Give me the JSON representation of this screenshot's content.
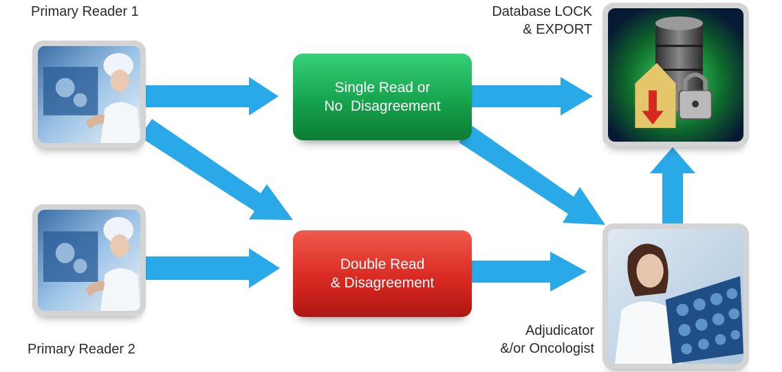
{
  "readers": {
    "reader1": "Primary Reader 1",
    "reader2": "Primary Reader 2"
  },
  "database": {
    "line1": "Database LOCK",
    "line2": "& EXPORT"
  },
  "adjudicator": {
    "line1": "Adjudicator",
    "line2": "&/or Oncologist"
  },
  "boxes": {
    "single": {
      "line1": "Single Read or",
      "line2": "No  Disagreement"
    },
    "double": {
      "line1": "Double Read",
      "line2": "& Disagreement"
    }
  },
  "colors": {
    "arrow": "#2aa9e8",
    "single_box": "#16a34d",
    "double_box": "#d92a22"
  },
  "icons": {
    "reader": "doctor-xray-photo",
    "database": "locked-database-icon",
    "adjudicator": "doctor-viewing-scan-photo"
  }
}
